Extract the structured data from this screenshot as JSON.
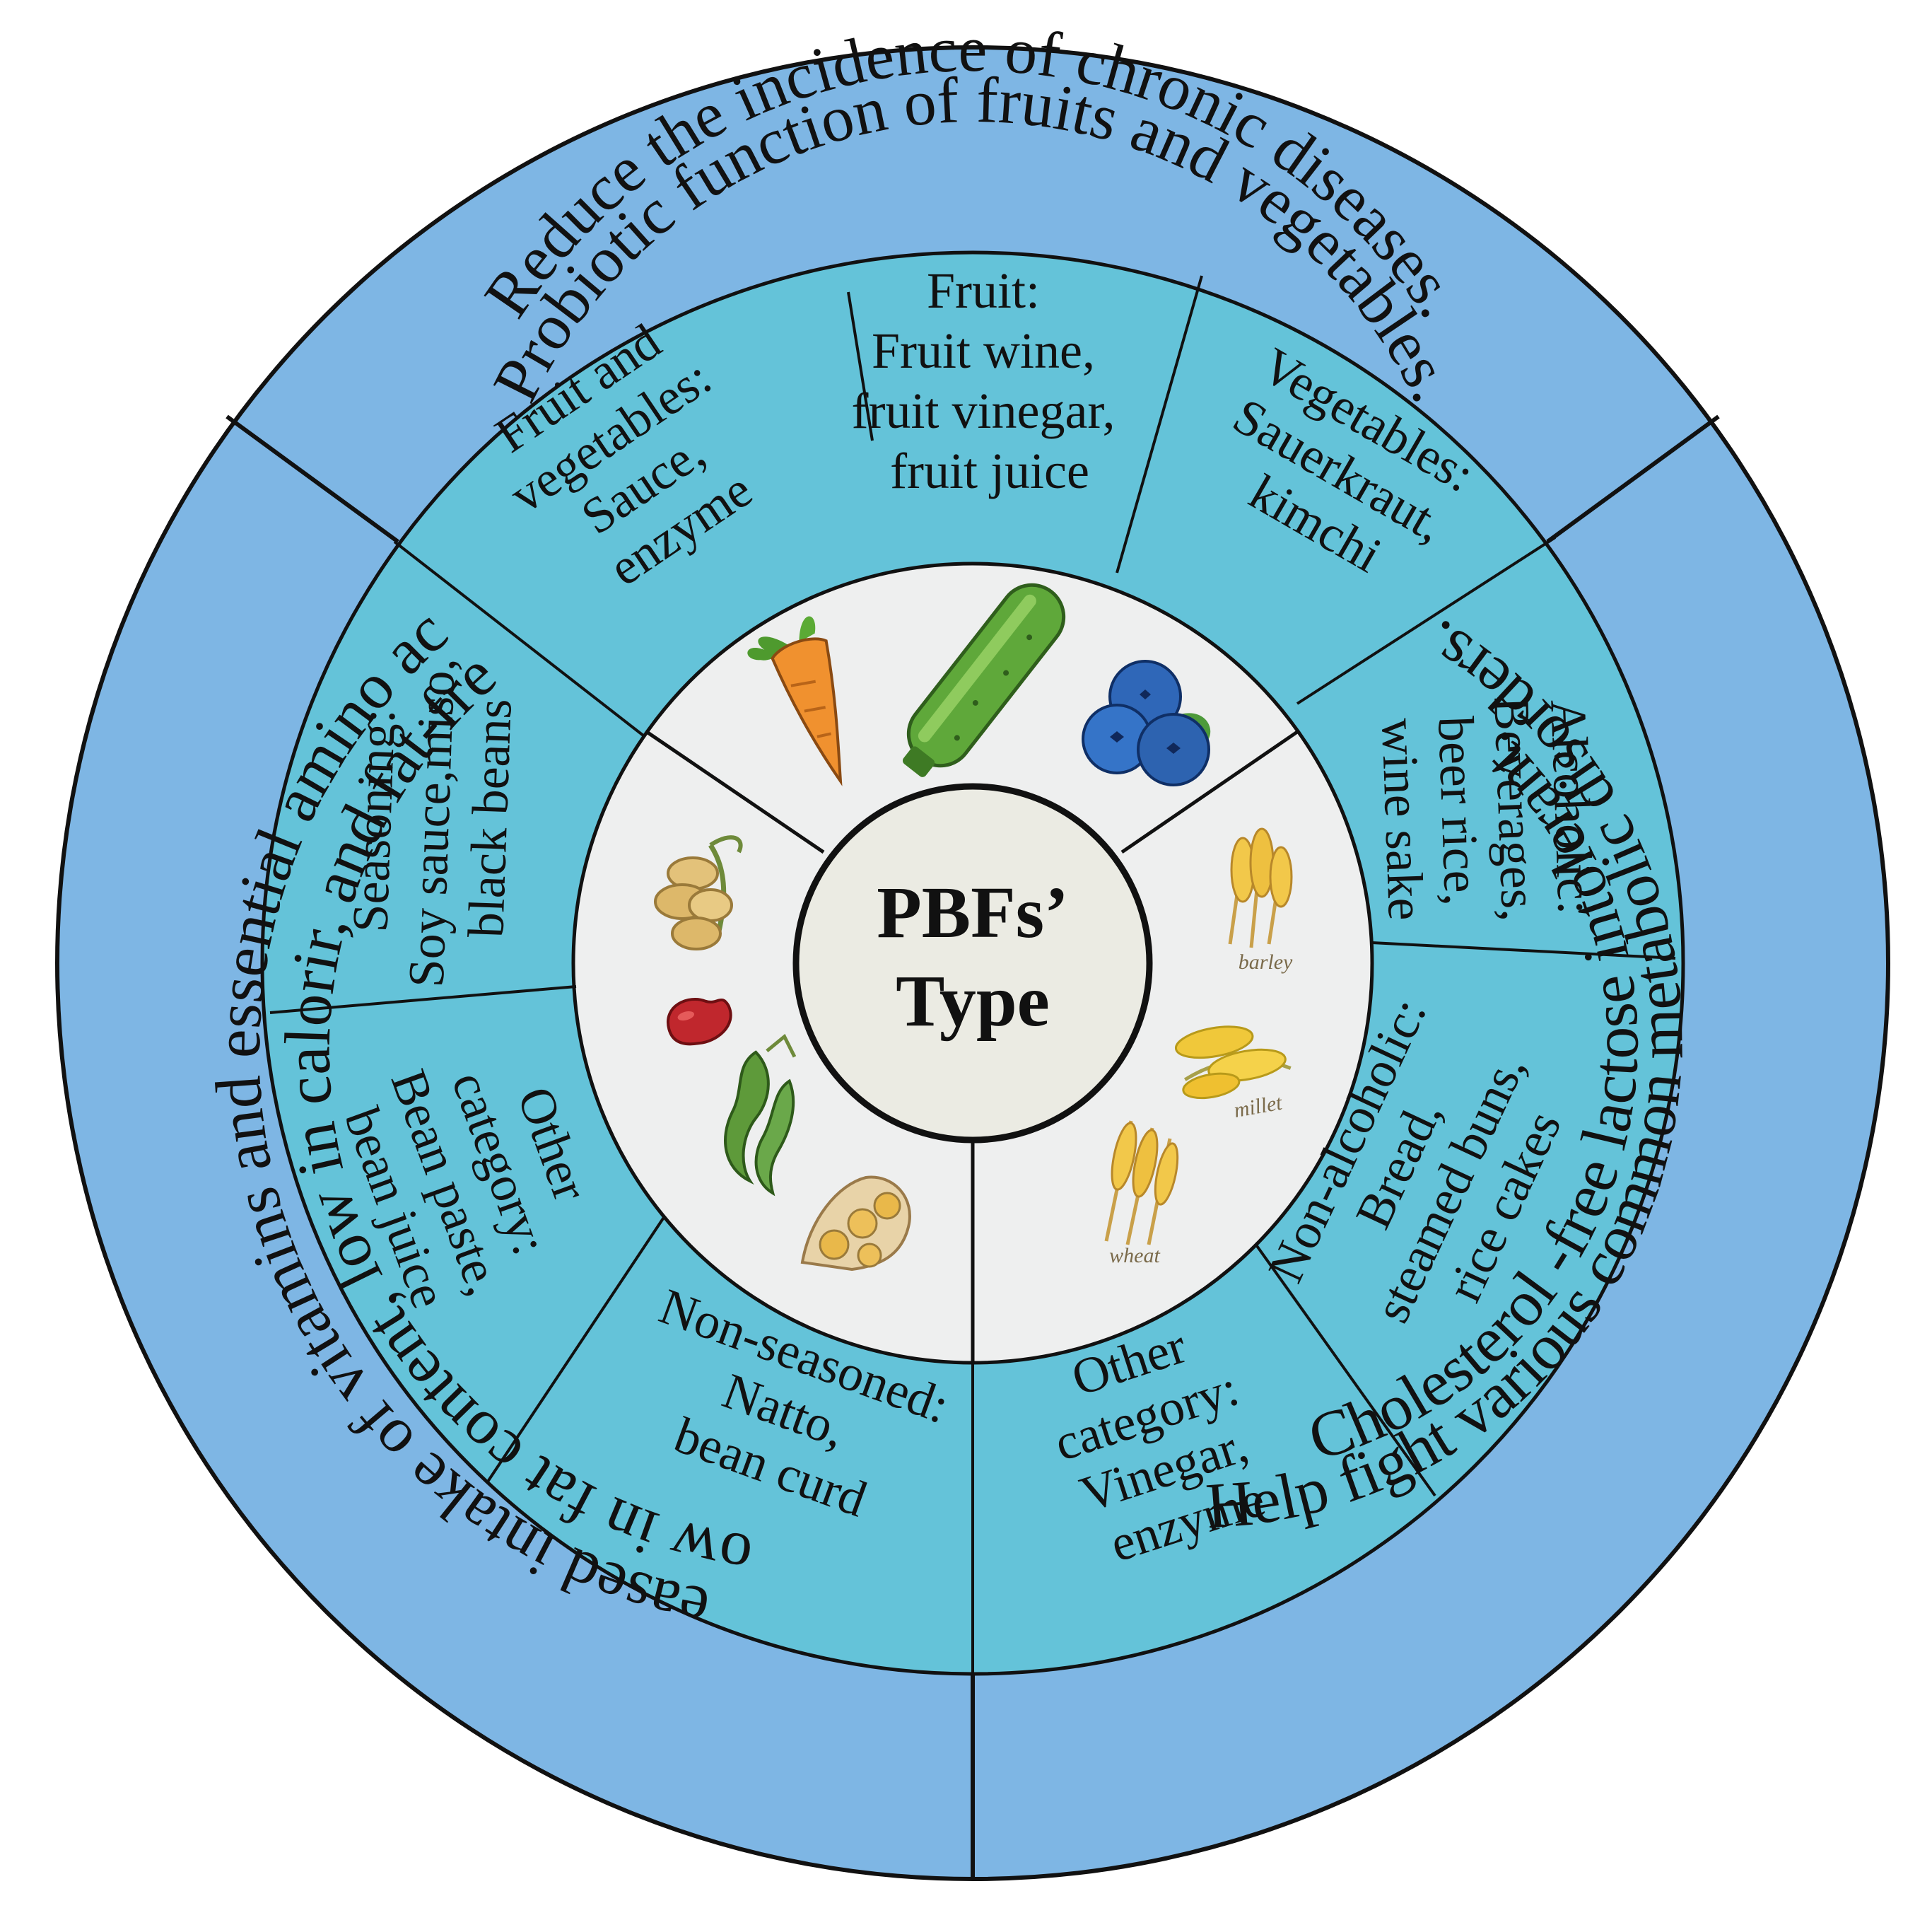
{
  "center": {
    "line1": "PBFs’",
    "line2": "Type"
  },
  "outer_ring": [
    {
      "id": "top",
      "lines": [
        "Reduce the incidence of chronic diseases.",
        "Probiotic function of fruits and vegetables."
      ]
    },
    {
      "id": "right",
      "lines": [
        "Cholesterol -free lactose intolerant.",
        "Help fight various common metabolic disorders."
      ]
    },
    {
      "id": "left",
      "lines": [
        "Low in fat content, low in calorir, and fat-free.",
        "Increased intake of vitamins and essential amino acids."
      ]
    }
  ],
  "middle_ring": [
    {
      "id": "fruit-and-vegetables",
      "lines": [
        "Fruit and",
        "vegetables:",
        "Sauce,",
        "enzyme"
      ]
    },
    {
      "id": "fruit",
      "lines": [
        "Fruit:",
        "Fruit wine,",
        "fruit vinegar,",
        "fruit juice"
      ]
    },
    {
      "id": "vegetables",
      "lines": [
        "Vegetables:",
        "Sauerkraut,",
        "kimchi"
      ]
    },
    {
      "id": "alcoholic",
      "lines": [
        "Alcoholic:",
        "Beverages,",
        "beer rice,",
        "wine sake"
      ]
    },
    {
      "id": "non-alcoholic",
      "lines": [
        "Non-alcoholic:",
        "Bread,",
        "steamed buns,",
        "rice cakes"
      ]
    },
    {
      "id": "cereal-other",
      "lines": [
        "Other",
        "category:",
        "Vinegar,",
        "enzyme"
      ]
    },
    {
      "id": "non-seasoned",
      "lines": [
        "Non-seasoned:",
        "Natto,",
        "bean curd"
      ]
    },
    {
      "id": "bean-other",
      "lines": [
        "Other",
        "category:",
        "Bean paste,",
        "bean juice"
      ]
    },
    {
      "id": "seasoning",
      "lines": [
        "Seasoning:",
        "Soy sauce,miso,",
        "black beans"
      ]
    }
  ],
  "grain_labels": [
    "barley",
    "millet",
    "wheat"
  ],
  "icons": [
    "carrot-icon",
    "cucumber-icon",
    "blueberry-icon",
    "soybean-plant-icon",
    "kidney-bean-icon",
    "edamame-icon",
    "soybean-pod-icon",
    "barley-icon",
    "millet-icon",
    "wheat-icon"
  ],
  "colors": {
    "outer_ring": "#7EB6E4",
    "middle_ring": "#64C3D9",
    "inner_ring": "#EEEFEF",
    "center": "#EBEBE3",
    "line": "#111111"
  }
}
